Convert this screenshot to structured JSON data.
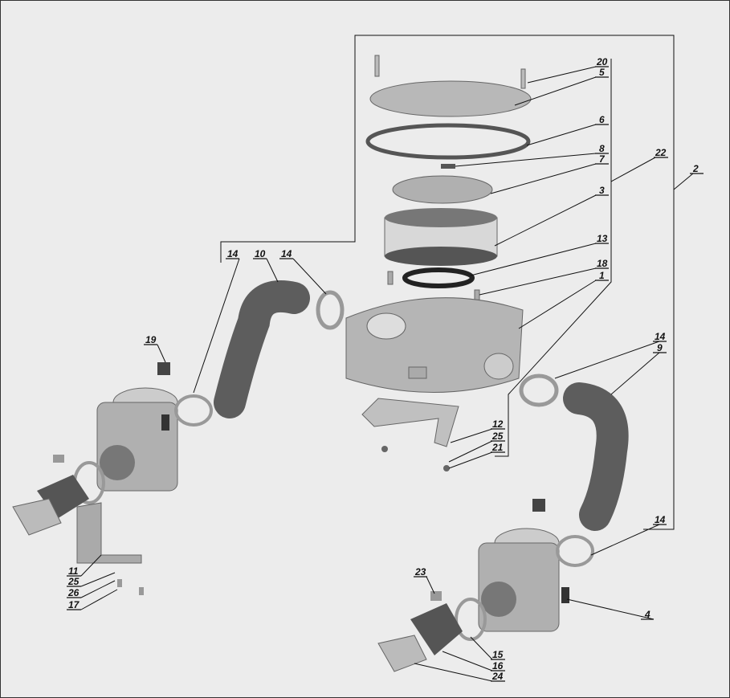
{
  "title": "Air filter and carburetor assembly exploded view",
  "callouts": [
    {
      "id": "20"
    },
    {
      "id": "5"
    },
    {
      "id": "6"
    },
    {
      "id": "8"
    },
    {
      "id": "7"
    },
    {
      "id": "3"
    },
    {
      "id": "22"
    },
    {
      "id": "2"
    },
    {
      "id": "13"
    },
    {
      "id": "18"
    },
    {
      "id": "1"
    },
    {
      "id": "14"
    },
    {
      "id": "10"
    },
    {
      "id": "14"
    },
    {
      "id": "19"
    },
    {
      "id": "14"
    },
    {
      "id": "9"
    },
    {
      "id": "12"
    },
    {
      "id": "25"
    },
    {
      "id": "21"
    },
    {
      "id": "14"
    },
    {
      "id": "11"
    },
    {
      "id": "25"
    },
    {
      "id": "26"
    },
    {
      "id": "17"
    },
    {
      "id": "23"
    },
    {
      "id": "4"
    },
    {
      "id": "15"
    },
    {
      "id": "16"
    },
    {
      "id": "24"
    }
  ],
  "colors": {
    "background": "#ececec",
    "part": "#a8a8a8",
    "dark": "#4a4a4a"
  }
}
